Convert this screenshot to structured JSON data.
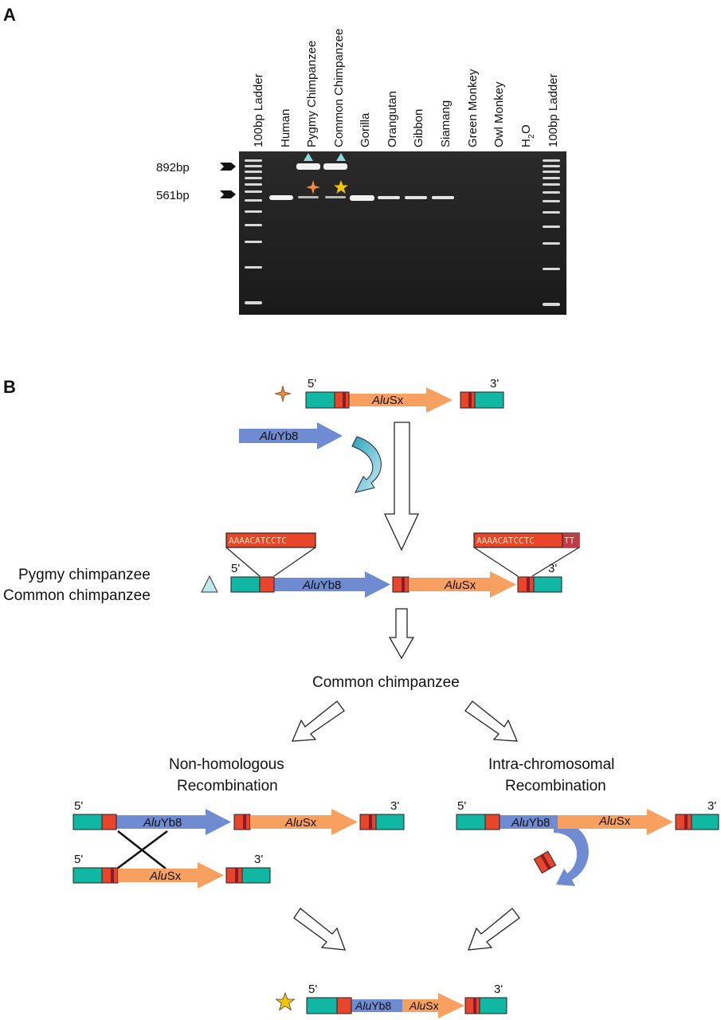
{
  "panelA": {
    "label": "A",
    "lanes": [
      "100bp Ladder",
      "Human",
      "Pygmy Chimpanzee",
      "Common Chimpanzee",
      "Gorilla",
      "Orangutan",
      "Gibbon",
      "Siamang",
      "Green Monkey",
      "Owl Monkey",
      "H",
      "2",
      "O",
      "100bp Ladder"
    ],
    "size_892": "892bp",
    "size_561": "561bp"
  },
  "panelB": {
    "label": "B",
    "five": "5'",
    "three": "3'",
    "alu": "Alu",
    "sx": "Sx",
    "yb8": "Yb8",
    "species_pygmy": "Pygmy chimpanzee",
    "species_common": "Common chimpanzee",
    "seq1": "AAAACATCCTC",
    "seq2": "AAAACATCCTC",
    "seq2_tail": "TT",
    "common_label": "Common chimpanzee",
    "nonhom_1": "Non-homologous",
    "nonhom_2": "Recombination",
    "intra_1": "Intra-chromosomal",
    "intra_2": "Recombination"
  },
  "colors": {
    "teal": "#10b8a3",
    "red": "#e8452a",
    "darkred": "#8a1b2a",
    "orange": "#f7a05f",
    "blue": "#6f8bd1",
    "cyan": "#8fd9e3",
    "star": "#f5c400",
    "cross": "#f08c3c"
  }
}
